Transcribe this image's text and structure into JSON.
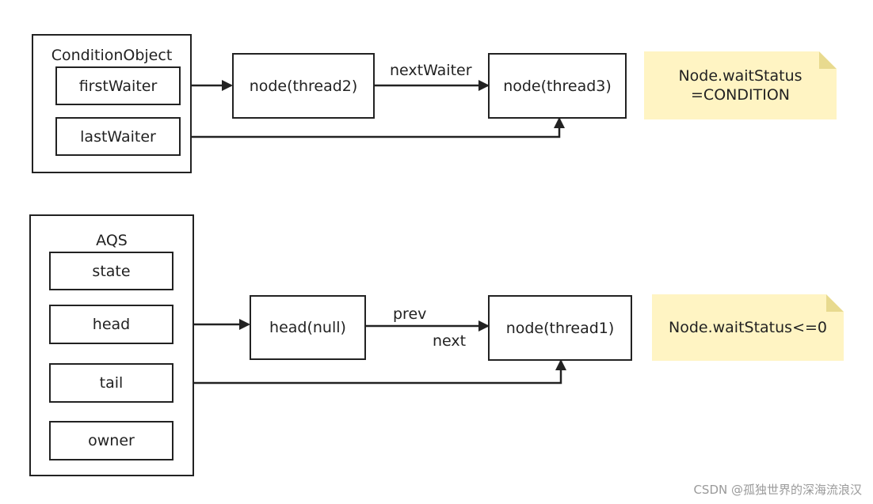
{
  "condition_object": {
    "title": "ConditionObject",
    "fields": [
      "firstWaiter",
      "lastWaiter"
    ]
  },
  "condition_queue": {
    "node_a": "node(thread2)",
    "node_b": "node(thread3)",
    "link_label": "nextWaiter"
  },
  "condition_note": {
    "line1": "Node.waitStatus",
    "line2": "=CONDITION"
  },
  "aqs": {
    "title": "AQS",
    "fields": [
      "state",
      "head",
      "tail",
      "owner"
    ]
  },
  "sync_queue": {
    "node_a": "head(null)",
    "node_b": "node(thread1)",
    "prev_label": "prev",
    "next_label": "next"
  },
  "sync_note": {
    "line1": "Node.waitStatus<=0"
  },
  "watermark": "CSDN @孤独世界的深海流浪汉",
  "colors": {
    "stroke": "#222222",
    "note_fill": "#fff4c3",
    "note_fold": "#e8da8f",
    "watermark": "#9a9a9a"
  }
}
